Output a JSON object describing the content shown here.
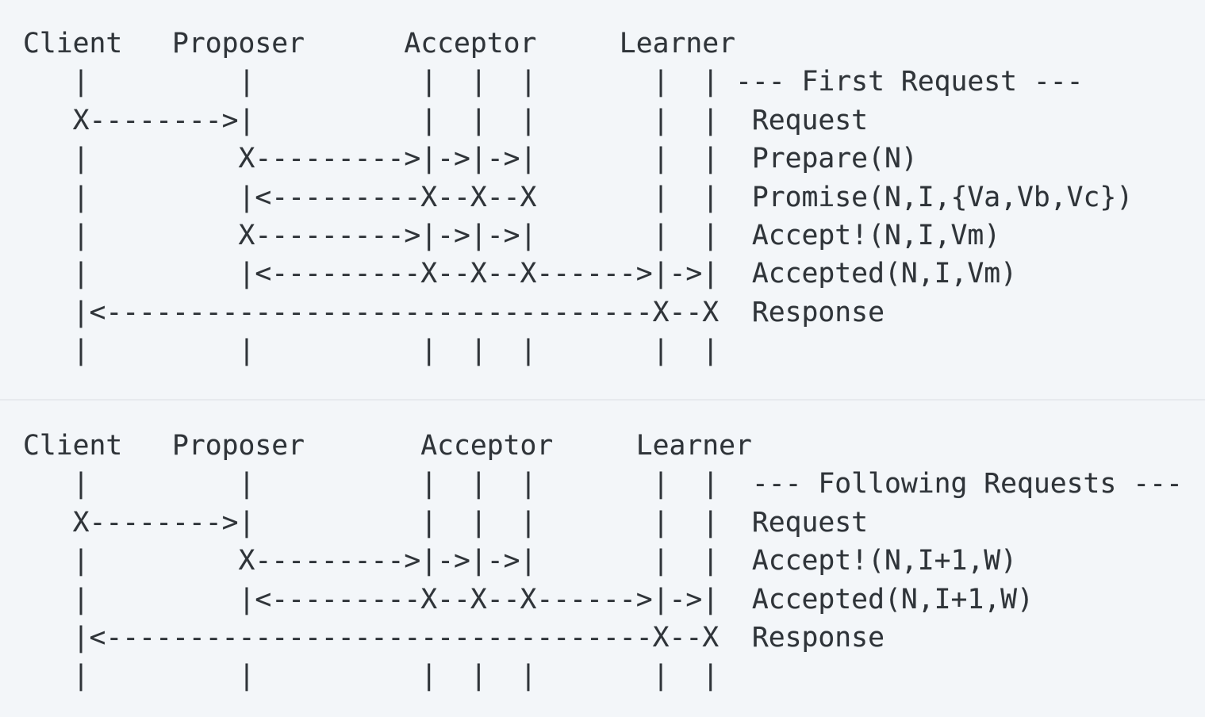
{
  "palette": {
    "background": "#f3f6f9",
    "text": "#2f3439",
    "divider": "#e7eaee"
  },
  "diagrams": [
    {
      "id": "first-request",
      "section_label": "--- First Request ---",
      "actors": [
        "Client",
        "Proposer",
        "Acceptor",
        "Learner"
      ],
      "acceptor_count": 3,
      "learner_count": 2,
      "messages": [
        "Request",
        "Prepare(N)",
        "Promise(N,I,{Va,Vb,Vc})",
        "Accept!(N,I,Vm)",
        "Accepted(N,I,Vm)",
        "Response"
      ],
      "lines": [
        "Client   Proposer      Acceptor     Learner",
        "   |         |          |  |  |       |  | --- First Request ---",
        "   X-------->|          |  |  |       |  |  Request",
        "   |         X--------->|->|->|       |  |  Prepare(N)",
        "   |         |<---------X--X--X       |  |  Promise(N,I,{Va,Vb,Vc})",
        "   |         X--------->|->|->|       |  |  Accept!(N,I,Vm)",
        "   |         |<---------X--X--X------>|->|  Accepted(N,I,Vm)",
        "   |<---------------------------------X--X  Response",
        "   |         |          |  |  |       |  |"
      ]
    },
    {
      "id": "following-requests",
      "section_label": "--- Following Requests ---",
      "actors": [
        "Client",
        "Proposer",
        "Acceptor",
        "Learner"
      ],
      "acceptor_count": 3,
      "learner_count": 2,
      "messages": [
        "Request",
        "Accept!(N,I+1,W)",
        "Accepted(N,I+1,W)",
        "Response"
      ],
      "lines": [
        "Client   Proposer       Acceptor     Learner",
        "   |         |          |  |  |       |  |  --- Following Requests ---",
        "   X-------->|          |  |  |       |  |  Request",
        "   |         X--------->|->|->|       |  |  Accept!(N,I+1,W)",
        "   |         |<---------X--X--X------>|->|  Accepted(N,I+1,W)",
        "   |<---------------------------------X--X  Response",
        "   |         |          |  |  |       |  |"
      ]
    }
  ]
}
